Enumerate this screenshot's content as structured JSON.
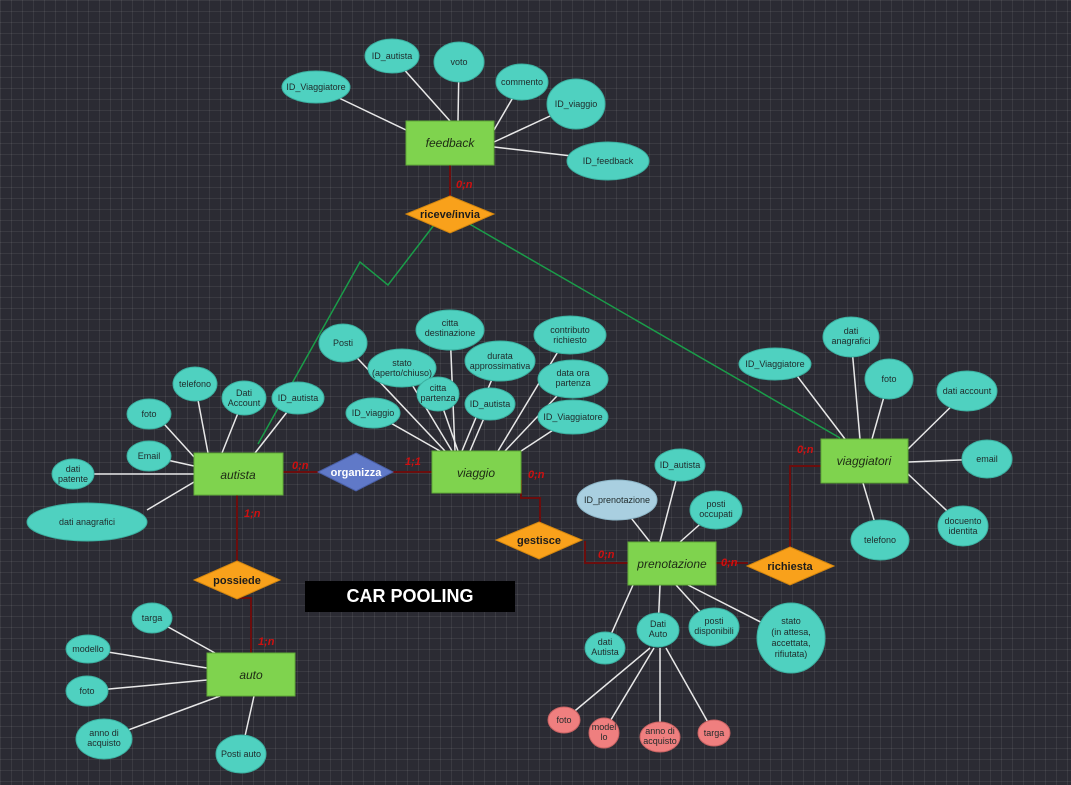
{
  "title": "CAR POOLING",
  "colors": {
    "entity": "#7fd34e",
    "relationship": "#f9a11b",
    "relationship_alt": "#6079c8",
    "attribute": "#4fd1c0",
    "attribute_alt": "#ef7f7f",
    "attribute_key": "#a9cfe0",
    "cardinality": "#d01010",
    "line": "#e8e8e8",
    "relationship_line": "#6b0d0d",
    "extra_link": "#1a9d49"
  },
  "entities": {
    "feedback": "feedback",
    "autista": "autista",
    "viaggio": "viaggio",
    "viaggiatori": "viaggiatori",
    "prenotazione": "prenotazione",
    "auto": "auto"
  },
  "relationships": {
    "riceve": "riceve/invia",
    "organizza": "organizza",
    "gestisce": "gestisce",
    "richiesta": "richiesta",
    "possiede": "possiede"
  },
  "cardinalities": {
    "feedback_riceve": "0;n",
    "autista_organizza": "0;n",
    "viaggio_organizza": "1;1",
    "viaggio_gestisce": "0;n",
    "prenotazione_gestisce": "0;n",
    "prenotazione_richiesta": "0;n",
    "viaggiatori_richiesta": "0;n",
    "autista_possiede": "1;n",
    "auto_possiede": "1;n"
  },
  "attributes": {
    "feedback": {
      "id_autista": "ID_autista",
      "voto": "voto",
      "id_viaggiatore": "ID_Viaggiatore",
      "commento": "commento",
      "id_viaggio": "ID_viaggio",
      "id_feedback": "ID_feedback"
    },
    "autista": {
      "telefono": "telefono",
      "dati_account": [
        "Dati",
        "Account"
      ],
      "id_autista": "ID_autista",
      "foto": "foto",
      "email": "Email",
      "dati_patente": [
        "dati",
        "patente"
      ],
      "dati_anagrafici": "dati anagrafici"
    },
    "viaggio": {
      "posti": "Posti",
      "stato": [
        "stato",
        "(aperto/chiuso)"
      ],
      "citta_destinazione": [
        "citta",
        "destinazione"
      ],
      "durata": [
        "durata",
        "approssimativa"
      ],
      "contributo": [
        "contributo",
        "richiesto"
      ],
      "data_ora": [
        "data ora",
        "partenza"
      ],
      "citta_partenza": [
        "citta",
        "partenza"
      ],
      "id_autista": "ID_autista",
      "id_viaggio": "ID_viaggio",
      "id_viaggiatore": "ID_Viaggiatore"
    },
    "viaggiatori": {
      "dati_anagrafici": [
        "dati",
        "anagrafici"
      ],
      "id_viaggiatore": "ID_Viaggiatore",
      "foto": "foto",
      "dati_account": "dati account",
      "email": "email",
      "documento": [
        "docuento",
        "identita"
      ],
      "telefono": "telefono"
    },
    "prenotazione": {
      "id_autista": "ID_autista",
      "id_prenotazione": "ID_prenotazione",
      "posti_occupati": [
        "posti",
        "occupati"
      ],
      "dati_autista": [
        "dati",
        "Autista"
      ],
      "dati_auto": [
        "Dati",
        "Auto"
      ],
      "posti_disponibili": [
        "posti",
        "disponibili"
      ],
      "stato": [
        "stato",
        "(in attesa,",
        "accettata,",
        "rifiutata)"
      ]
    },
    "dati_auto": {
      "foto": "foto",
      "modello": [
        "model",
        "lo"
      ],
      "anno": [
        "anno di",
        "acquisto"
      ],
      "targa": "targa"
    },
    "auto": {
      "targa": "targa",
      "modello": "modello",
      "foto": "foto",
      "anno": [
        "anno di",
        "acquisto"
      ],
      "posti_auto": "Posti auto"
    }
  }
}
